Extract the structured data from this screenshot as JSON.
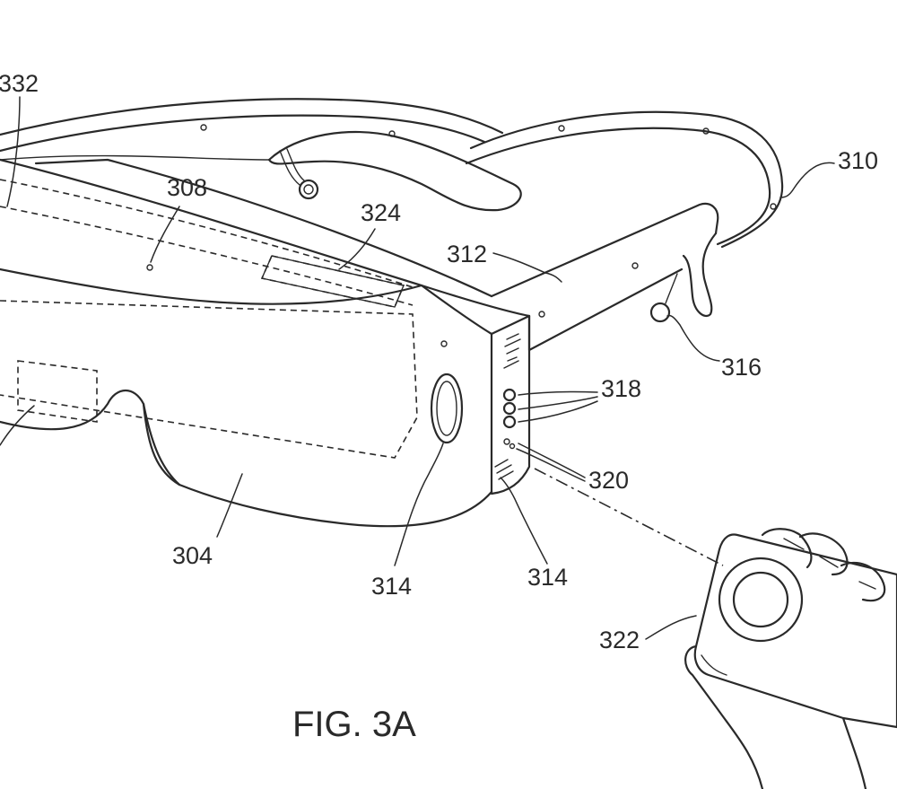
{
  "figure": {
    "caption": "FIG. 3A",
    "reference_numerals": {
      "n332": "332",
      "n308": "308",
      "n324": "324",
      "n310": "310",
      "n312": "312",
      "n316": "316",
      "n318": "318",
      "n320": "320",
      "n304": "304",
      "n314a": "314",
      "n314b": "314",
      "n322": "322"
    }
  }
}
